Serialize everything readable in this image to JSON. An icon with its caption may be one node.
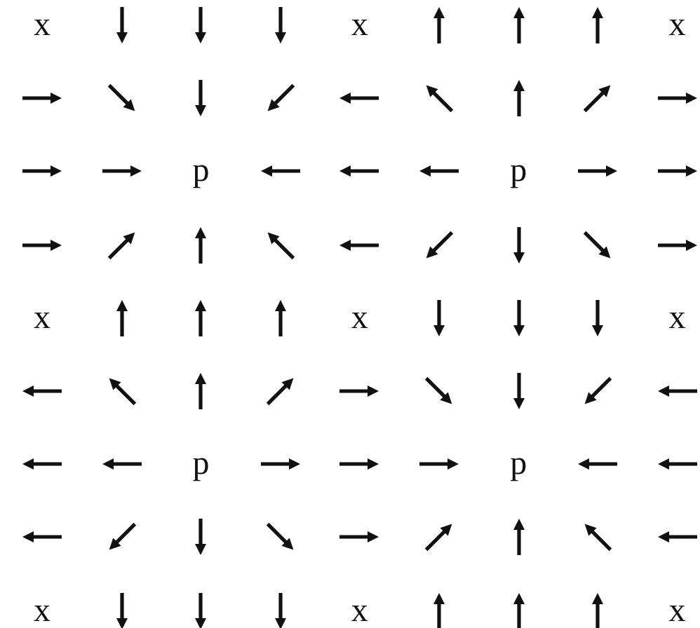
{
  "diagram": {
    "labels": [
      "x",
      "x",
      "x",
      "p",
      "p",
      "x",
      "x",
      "x",
      "p",
      "p",
      "x",
      "x",
      "x"
    ]
  }
}
